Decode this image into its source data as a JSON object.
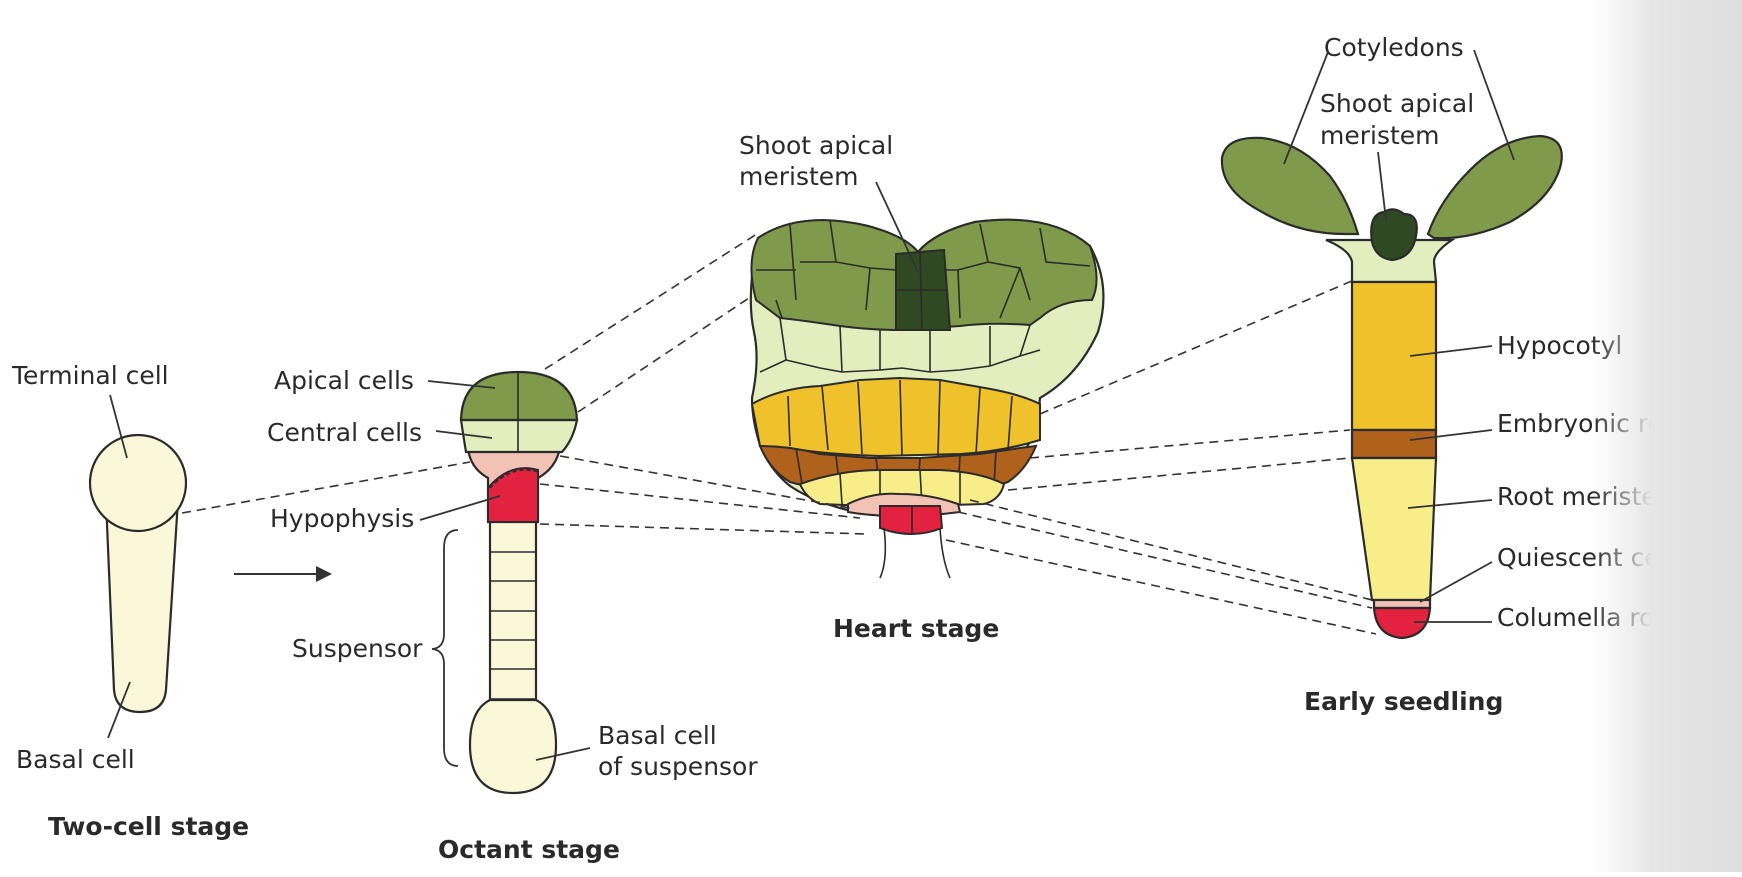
{
  "colors": {
    "cream": "#fbf8da",
    "pale_green": "#e3eebf",
    "olive_green": "#7f9a4a",
    "dark_green": "#2f4a22",
    "pink": "#f2c2b4",
    "red": "#e2223f",
    "orange_yellow": "#efc22c",
    "brown": "#b0611c",
    "yellow": "#f7ee8a"
  },
  "labels": {
    "terminal_cell": "Terminal cell",
    "basal_cell": "Basal cell",
    "apical_cells": "Apical cells",
    "central_cells": "Central cells",
    "hypophysis": "Hypophysis",
    "suspensor": "Suspensor",
    "basal_cell_of_suspensor_1": "Basal cell",
    "basal_cell_of_suspensor_2": "of suspensor",
    "shoot_apical_meristem_heart_1": "Shoot apical",
    "shoot_apical_meristem_heart_2": "meristem",
    "cotyledons": "Cotyledons",
    "shoot_apical_meristem_seedling_1": "Shoot apical",
    "shoot_apical_meristem_seedling_2": "meristem",
    "hypocotyl": "Hypocotyl",
    "embryonic_root": "Embryonic root",
    "root_meristem": "Root meristem",
    "quiescent_center": "Quiescent center",
    "columella_root_cap": "Columella root cap"
  },
  "stages": {
    "two_cell": "Two-cell stage",
    "octant": "Octant stage",
    "heart": "Heart stage",
    "early_seedling": "Early seedling"
  },
  "icons": [
    "progression-arrow-icon"
  ]
}
